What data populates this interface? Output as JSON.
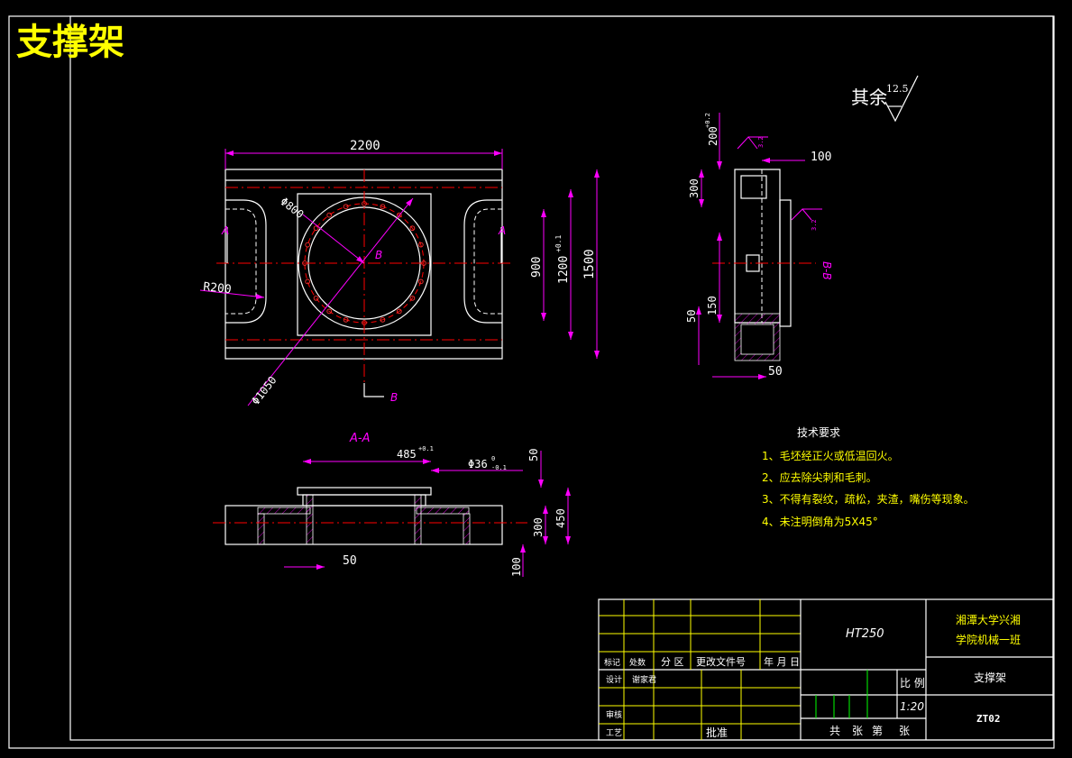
{
  "title": "支撑架",
  "roughness": {
    "prefix": "其余",
    "value": "12.5"
  },
  "front_view": {
    "dims": {
      "width": "2200",
      "bolt_circle": "Φ800",
      "outer_circle": "Φ1050",
      "radius": "R200",
      "inner_h": "900",
      "mid_h": "1200",
      "mid_h_tol_top": "+0.1",
      "mid_h_tol_bot": "0",
      "total_h": "1500"
    },
    "labels": {
      "a_left": "A",
      "a_right": "A",
      "b_center": "B",
      "b_bottom": "B"
    }
  },
  "section_aa": {
    "label": "A-A",
    "dims": {
      "d485": "485",
      "d485_tol": "+0.1",
      "d36": "Φ36",
      "d36_tol_top": "0",
      "d36_tol_bot": "-0.1",
      "d50_top": "50",
      "d450": "450",
      "d300": "300",
      "d50_bottom": "50",
      "d100": "100"
    }
  },
  "section_bb": {
    "label": "B-B",
    "dims": {
      "d200": "200",
      "d200_tol": "+0.2",
      "d100": "100",
      "d300": "300",
      "d50_left": "50",
      "d150": "150",
      "d50_bottom": "50",
      "rough1": "3.2",
      "rough2": "3.2"
    }
  },
  "tech_req": {
    "heading": "技术要求",
    "items": [
      "1、毛坯经正火或低温回火。",
      "2、应去除尖刺和毛刺。",
      "3、不得有裂纹，疏松，夹渣，嘴伤等现象。",
      "4、未注明倒角为5X45°"
    ]
  },
  "title_block": {
    "material": "HT250",
    "school_line1": "湘潭大学兴湘",
    "school_line2": "学院机械一班",
    "part_name": "支撑架",
    "drawing_no": "ZT02",
    "scale_label": "比 例",
    "scale_value": "1:20",
    "sheets": [
      "共",
      "张",
      "第",
      "张"
    ],
    "row_headers": [
      "标记",
      "处数",
      "分 区",
      "更改文件号",
      "年 月 日"
    ],
    "design_label": "设计",
    "design_name": "谢家君",
    "review_label": "审核",
    "process_label": "工艺",
    "approve_label": "批准"
  },
  "colors": {
    "background": "#000000",
    "outline": "#ffffff",
    "dimension": "#ff00ff",
    "centerline": "#ff0000",
    "text_yellow": "#ffff00",
    "frame_green": "#00ff00"
  }
}
